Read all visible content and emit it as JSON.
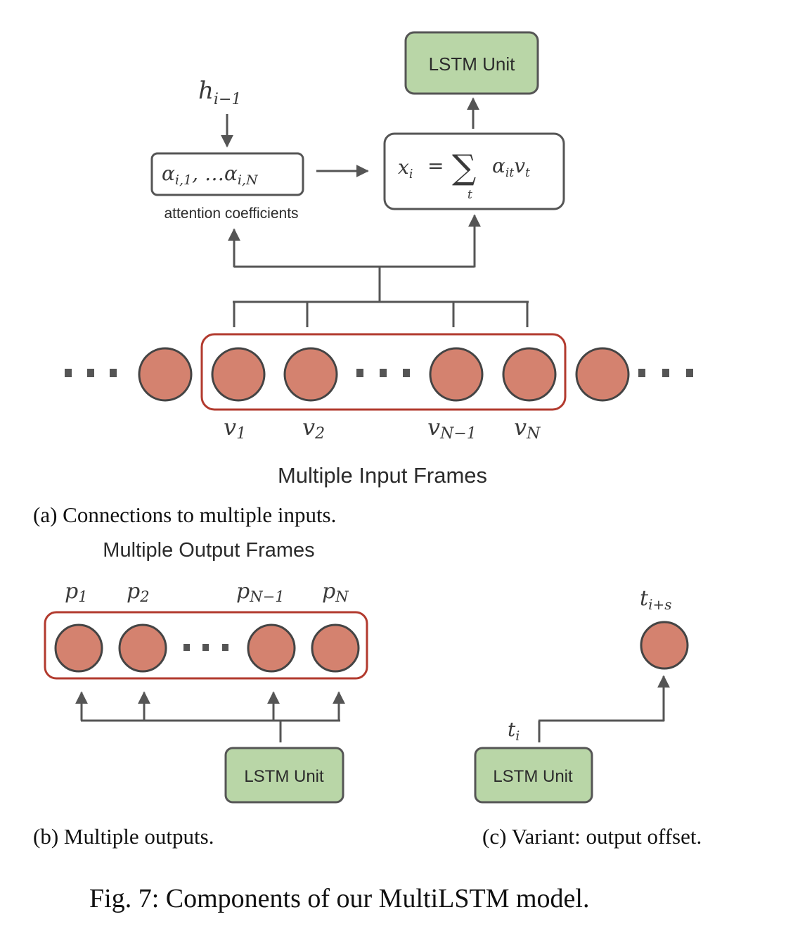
{
  "panel_a": {
    "lstm_label": "LSTM Unit",
    "hidden_state": "h",
    "hidden_state_sub": "i−1",
    "alpha_box_text": "α",
    "alpha_first_sub": "i,1",
    "alpha_sep": ", …α",
    "alpha_last_sub": "i,N",
    "attention_label": "attention coefficients",
    "sum_lhs": "x",
    "sum_lhs_sub": "i",
    "sum_eq": "=",
    "sum_symbol": "∑",
    "sum_index": "t",
    "sum_term": "α",
    "sum_term_sub": "it",
    "sum_term_v": "v",
    "sum_term_v_sub": "t",
    "frame_labels": [
      {
        "base": "v",
        "sub": "1"
      },
      {
        "base": "v",
        "sub": "2"
      },
      {
        "base": "v",
        "sub": "N−1"
      },
      {
        "base": "v",
        "sub": "N"
      }
    ],
    "input_title": "Multiple Input Frames",
    "caption": "(a) Connections to multiple inputs."
  },
  "panel_b": {
    "output_title": "Multiple Output Frames",
    "frame_labels": [
      {
        "base": "p",
        "sub": "1"
      },
      {
        "base": "p",
        "sub": "2"
      },
      {
        "base": "p",
        "sub": "N−1"
      },
      {
        "base": "p",
        "sub": "N"
      }
    ],
    "lstm_label": "LSTM Unit",
    "caption": "(b) Multiple outputs."
  },
  "panel_c": {
    "output_label": "t",
    "output_sub": "i+s",
    "input_label": "t",
    "input_sub": "i",
    "lstm_label": "LSTM Unit",
    "caption": "(c) Variant: output offset."
  },
  "figure_caption": "Fig. 7: Components of our MultiLSTM model.",
  "colors": {
    "node_fill": "#d4826f",
    "frame_stroke": "#b23a2e",
    "lstm_fill": "#b9d6a7"
  }
}
